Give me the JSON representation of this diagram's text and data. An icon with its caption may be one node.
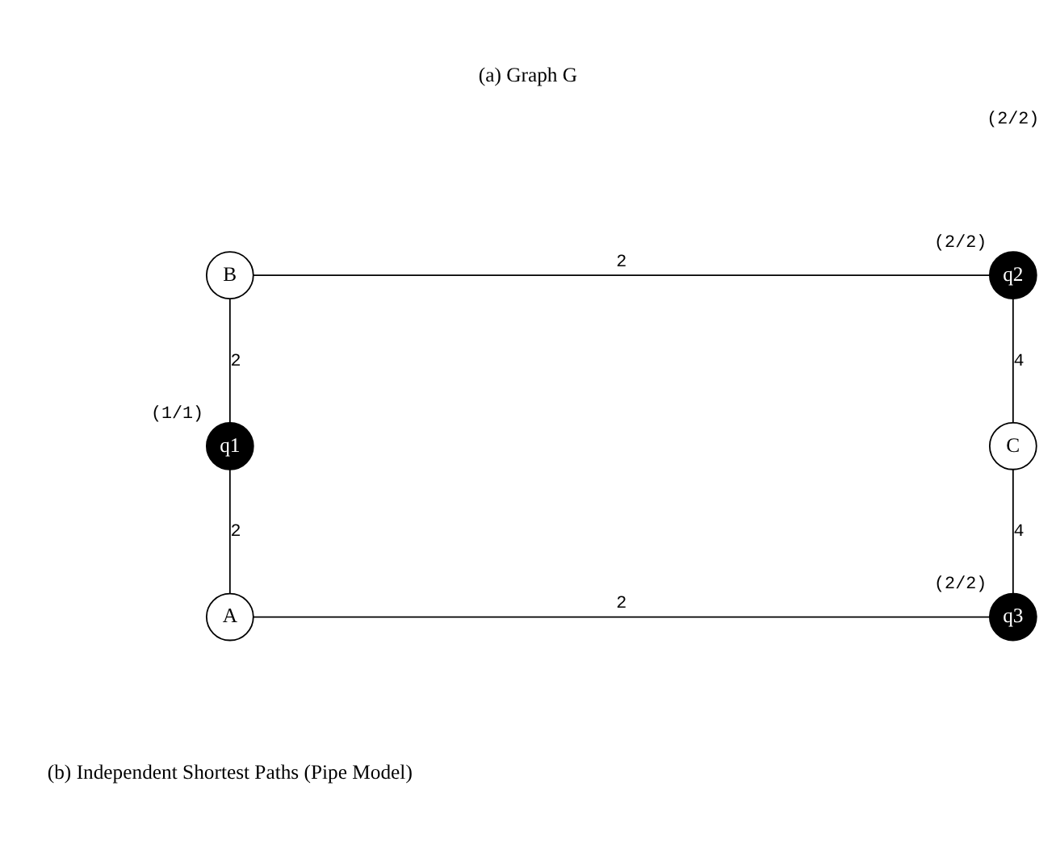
{
  "diagram": {
    "title": "(a) Graph G",
    "caption": "(b) Independent Shortest Paths (Pipe Model)",
    "nodes": [
      {
        "text": [
          "B"
        ]
      },
      {
        "text": [
          "q2"
        ],
        "beside": [
          "(2/2)"
        ]
      },
      {
        "text": [
          "q1"
        ],
        "beside": [
          "(1/1)"
        ]
      },
      {
        "text": [
          "C"
        ]
      },
      {
        "text": [
          "A"
        ]
      },
      {
        "text": [
          "q3"
        ],
        "beside": [
          "(2/2)"
        ]
      }
    ],
    "edges": [
      {
        "from": 0,
        "to": 1,
        "arrow": "none",
        "label": "2"
      },
      {
        "from": 0,
        "to": 2,
        "arrow": "none",
        "label": "2"
      },
      {
        "from": 1,
        "to": 3,
        "arrow": "none",
        "label": "4"
      },
      {
        "from": 2,
        "to": 4,
        "arrow": "none",
        "label": "2"
      },
      {
        "from": 3,
        "to": 5,
        "arrow": "none",
        "label": "4"
      },
      {
        "from": 4,
        "to": 5,
        "arrow": "none",
        "label": "2"
      }
    ],
    "labels": [
      "(2/2)"
    ]
  }
}
